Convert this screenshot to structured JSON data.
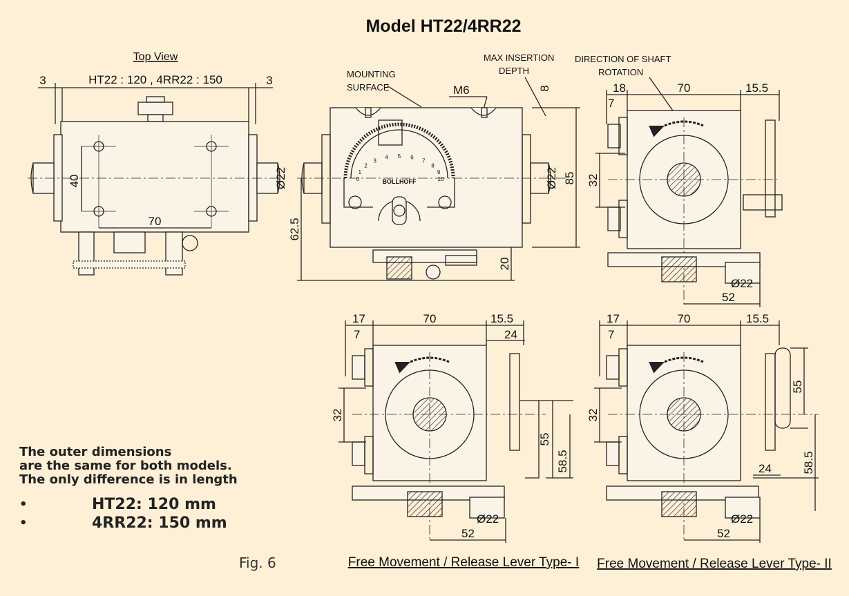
{
  "title": "Model HT22/4RR22",
  "top_view": {
    "heading": "Top View",
    "length_label": "HT22 : 120  , 4RR22 : 150",
    "offset_left": "3",
    "offset_right": "3",
    "height_40": "40",
    "width_70": "70",
    "shaft_dia": "Ø22"
  },
  "front_view": {
    "mounting_surface_line1": "MOUNTING",
    "mounting_surface_line2": "SURFACE",
    "max_insertion_line1": "MAX INSERTION",
    "max_insertion_line2": "DEPTH",
    "thread": "M6",
    "depth_8": "8",
    "shaft_dia": "Ø22",
    "height_85": "85",
    "height_62_5": "62.5",
    "height_20": "20",
    "logo": "BOLLHOFF",
    "dial_numbers": [
      "0",
      "1",
      "2",
      "3",
      "4",
      "5",
      "6",
      "7",
      "8",
      "9",
      "10"
    ]
  },
  "side_view": {
    "direction_line1": "DIRECTION OF SHAFT",
    "direction_line2": "ROTATION",
    "d18": "18",
    "d70": "70",
    "d15_5": "15.5",
    "d7": "7",
    "d32": "32",
    "d22": "Ø22",
    "d52": "52"
  },
  "type1": {
    "caption": "Free Movement / Release Lever Type- I",
    "d17": "17",
    "d70": "70",
    "d15_5": "15.5",
    "d7": "7",
    "d24": "24",
    "d32": "32",
    "d55": "55",
    "d58_5": "58.5",
    "d22": "Ø22",
    "d52": "52"
  },
  "type2": {
    "caption": "Free Movement / Release Lever Type- II",
    "d17": "17",
    "d70": "70",
    "d15_5": "15.5",
    "d7": "7",
    "d24": "24",
    "d32": "32",
    "d55": "55",
    "d58_5": "58.5",
    "d22": "Ø22",
    "d52": "52"
  },
  "note": {
    "line1": "The outer dimensions",
    "line2": "are the same for both models.",
    "line3": "The only difference is in length",
    "items": [
      {
        "bullet": "•",
        "text": "HT22:  120 mm"
      },
      {
        "bullet": "•",
        "text": "4RR22: 150 mm"
      }
    ]
  },
  "figure_label": "Fig. 6",
  "colors": {
    "background": "#fdf0d7",
    "line": "#222222",
    "body_fill": "#fbf3e6"
  }
}
